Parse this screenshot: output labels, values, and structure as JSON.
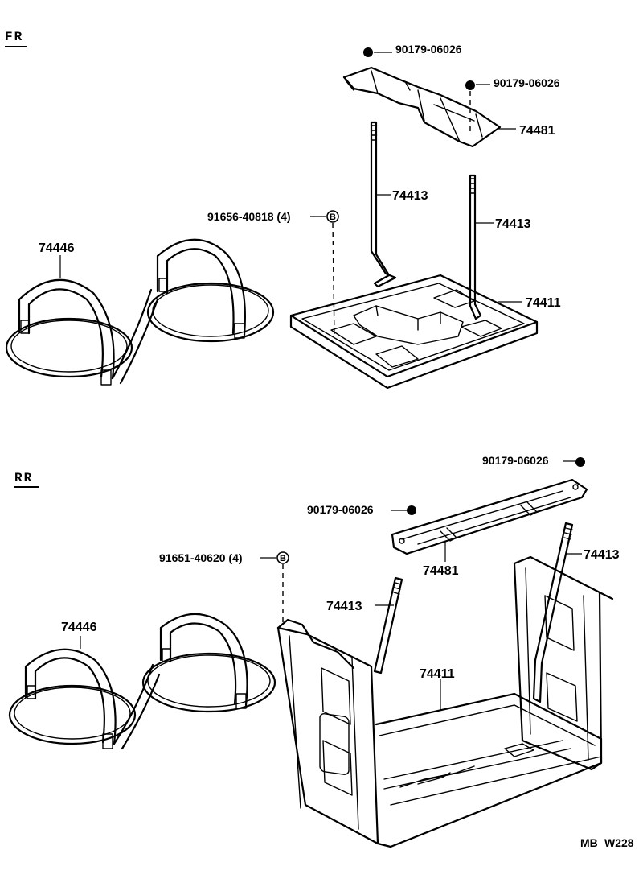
{
  "sections": {
    "front": "FR",
    "rear": "RR"
  },
  "front": {
    "nut_top": "90179-06026",
    "nut_second": "90179-06026",
    "clamp": "74481",
    "rod_left": "74413",
    "rod_right": "74413",
    "bolt": "91656-40818 (4)",
    "bolt_badge": "B",
    "strap": "74446",
    "tray": "74411"
  },
  "rear": {
    "nut_right": "90179-06026",
    "nut_left": "90179-06026",
    "clamp": "74481",
    "rod_right": "74413",
    "rod_left": "74413",
    "bolt": "91651-40620 (4)",
    "bolt_badge": "B",
    "strap": "74446",
    "tray": "74411"
  },
  "footer": {
    "code_a": "MB",
    "code_b": "W228"
  }
}
